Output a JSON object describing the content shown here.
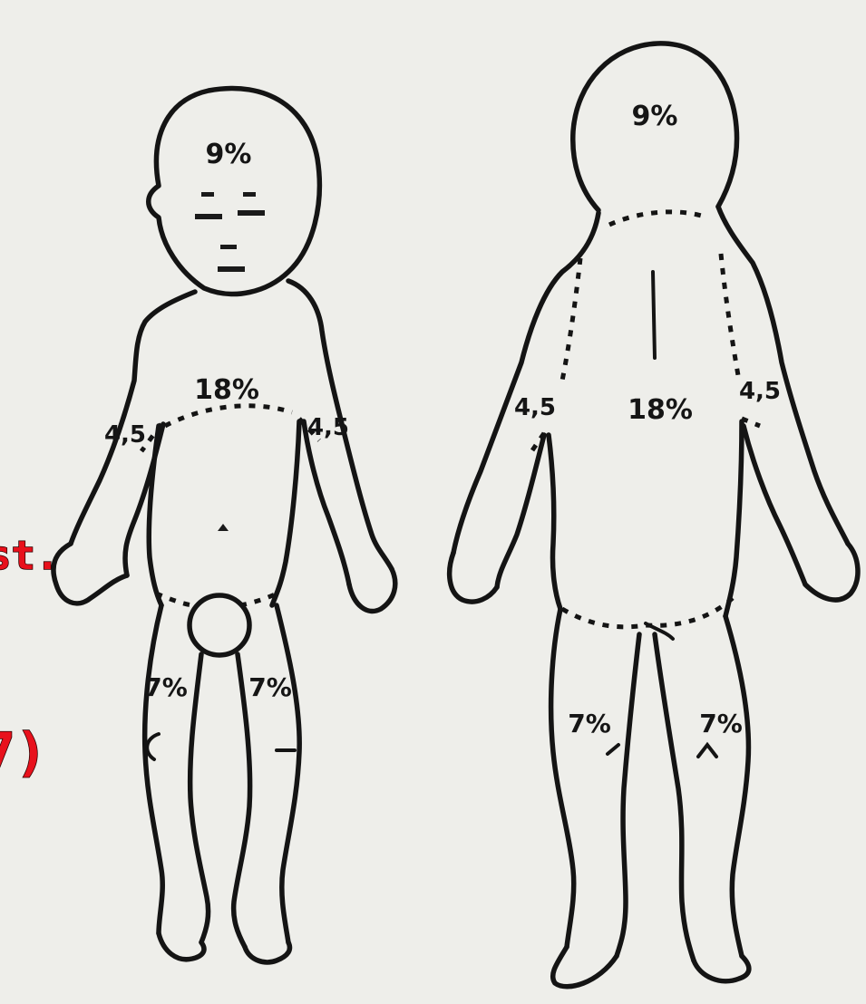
{
  "front": {
    "head": "9%",
    "trunk": "18%",
    "right_arm": "4,5",
    "left_arm": "4,5",
    "right_leg": "7%",
    "left_leg": "7%"
  },
  "back": {
    "head": "9%",
    "trunk": "18%",
    "right_arm": "4,5",
    "left_arm": "4,5",
    "right_leg": "7%",
    "left_leg": "7%"
  },
  "overlay": {
    "fragment_top": "st.",
    "fragment_bottom": "7)"
  },
  "colors": {
    "background": "#eeeeea",
    "line": "#141414",
    "overlay_text": "#e8111c"
  }
}
